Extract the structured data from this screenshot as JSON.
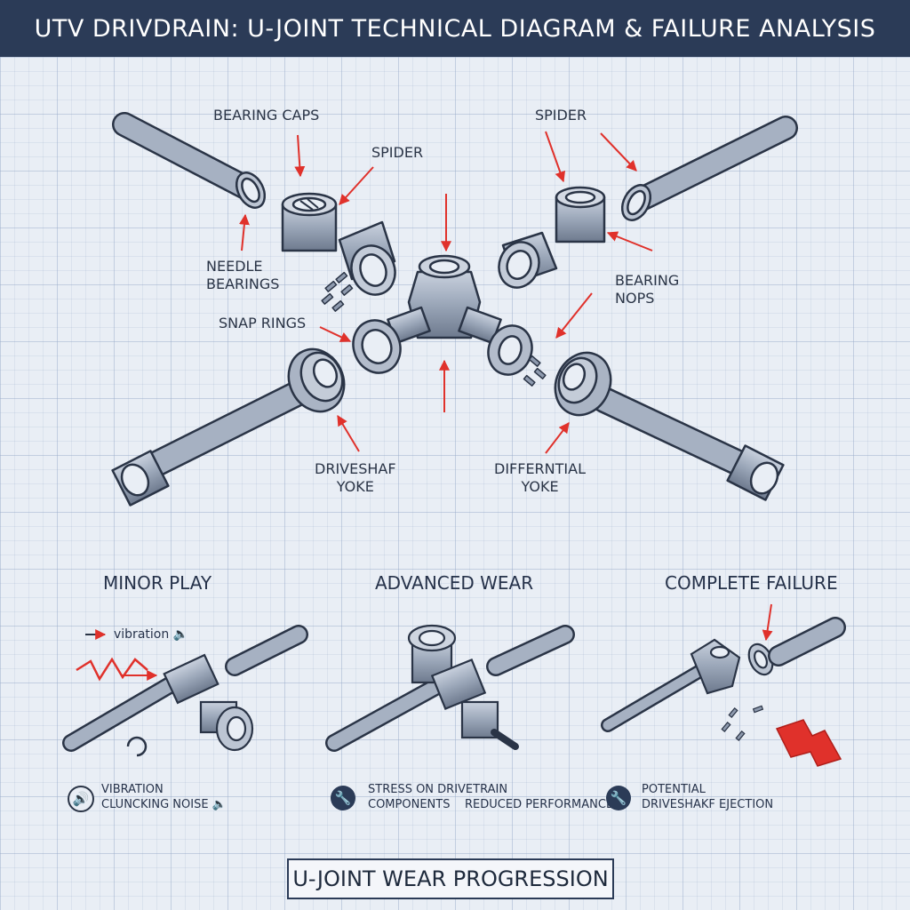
{
  "title": "UTV DRIVDRAIN: U-JOINT TECHNICAL DIAGRAM & FAILURE ANALYSIS",
  "labels": {
    "bearing_caps": "BEARING CAPS",
    "spider_left": "SPIDER",
    "spider_right": "SPIDER",
    "needle_bearings_1": "NEEDLE",
    "needle_bearings_2": "BEARINGS",
    "bearing_nops_1": "BEARING",
    "bearing_nops_2": "NOPS",
    "snap_rings": "SNAP RINGS",
    "driveshaft_yoke_1": "DRIVESHAF",
    "driveshaft_yoke_2": "YOKE",
    "differential_yoke_1": "DIFFERNTIAL",
    "differential_yoke_2": "YOKE"
  },
  "stages": {
    "minor": {
      "title": "MINOR PLAY",
      "top_note": "vibration",
      "note_1": "VIBRATION",
      "note_2": "CLUNCKING NOISE"
    },
    "advanced": {
      "title": "ADVANCED WEAR",
      "note_1": "STRESS ON DRIVETRAIN",
      "note_2": "COMPONENTS",
      "note_3": "REDUCED PERFORMANCE"
    },
    "complete": {
      "title": "COMPLETE FAILURE",
      "note_1": "POTENTIAL",
      "note_2": "DRIVESHAKF EJECTION"
    }
  },
  "footer": "U-JOINT WEAR PROGRESSION",
  "colors": {
    "title_bar": "#2b3b57",
    "arrow": "#e0312b",
    "metal": "#9aa6b8",
    "background": "#e9eef5"
  }
}
